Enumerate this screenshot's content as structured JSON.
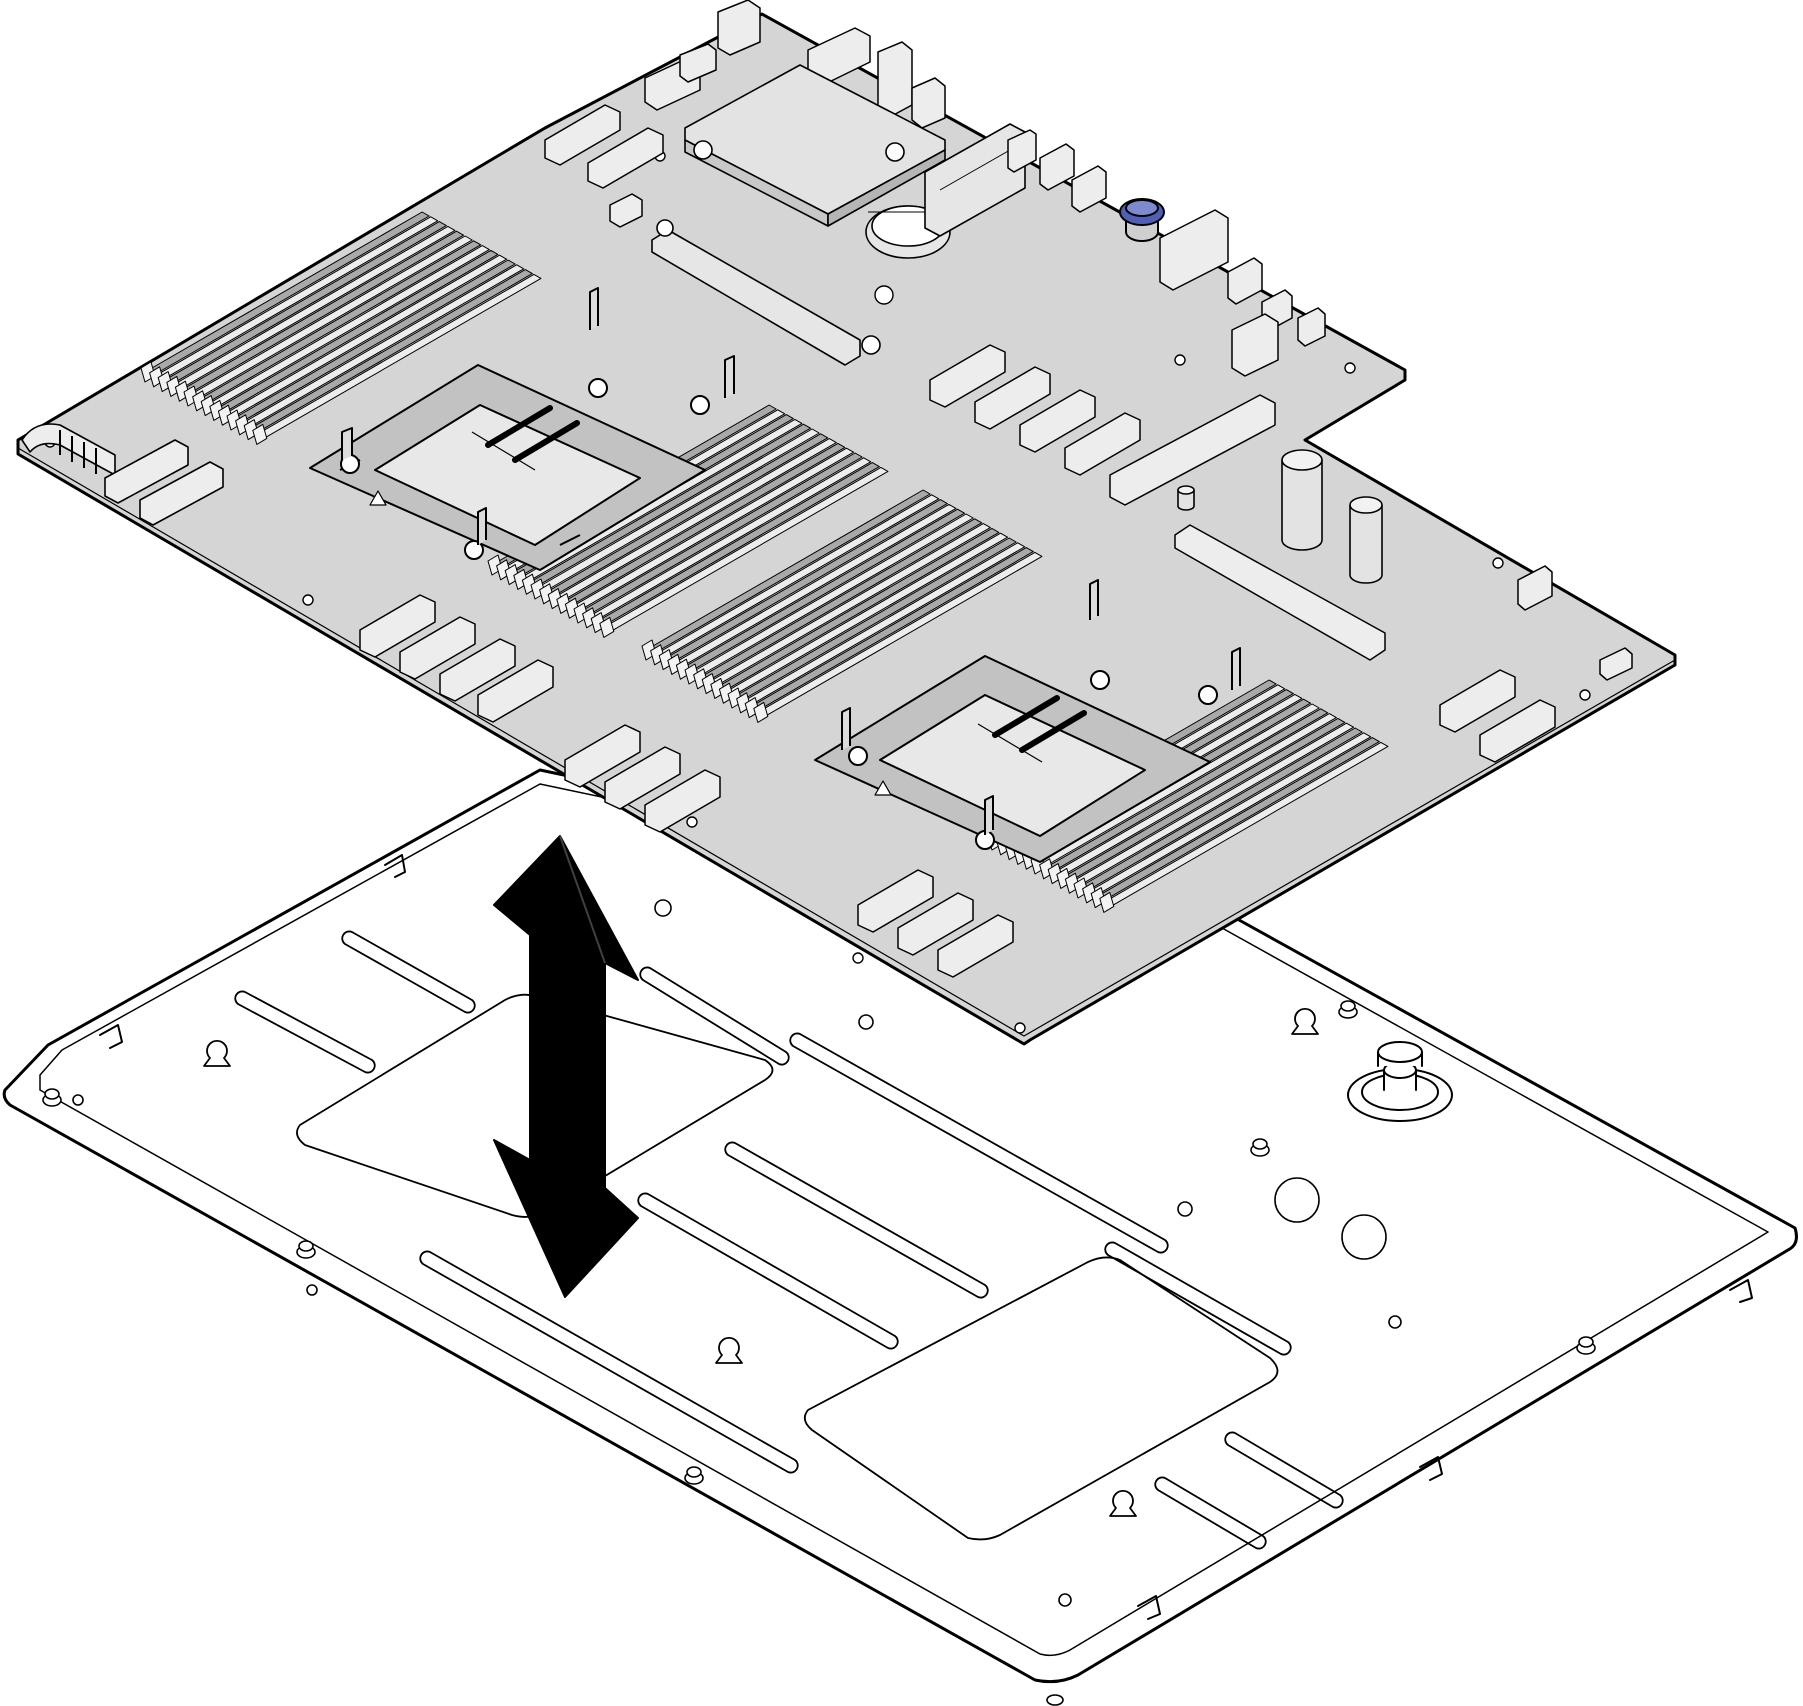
{
  "illustration": {
    "subject": "system-board-installation",
    "icons": [
      "system-board",
      "dimm-slot",
      "processor-socket",
      "pcie-connector",
      "motion-arrow",
      "chassis-tray",
      "alignment-pin",
      "keyhole-slot",
      "standoff"
    ]
  },
  "colors": {
    "board_fill": "#d5d5d5",
    "board_dark": "#a9a9a9",
    "board_light": "#ededed",
    "outline": "#000000",
    "tray_fill": "#ffffff",
    "arrow": "#000000",
    "plunger_accent": "#4f5fb5"
  }
}
